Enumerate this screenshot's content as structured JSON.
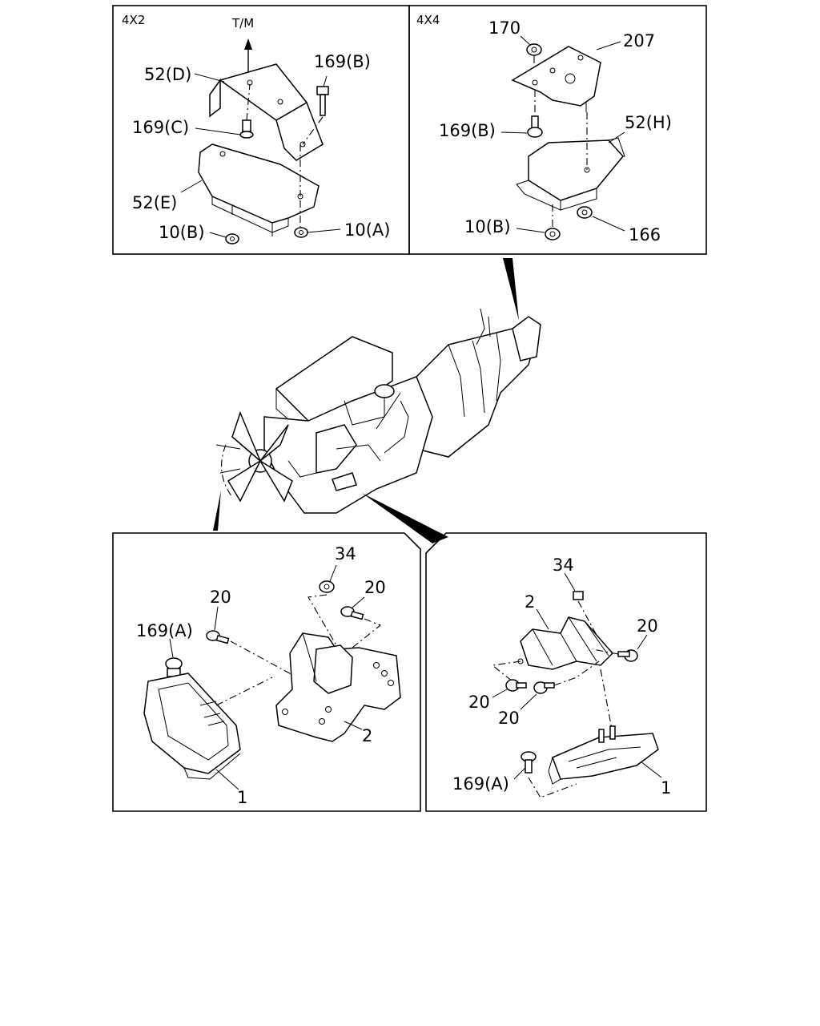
{
  "panels": {
    "top_left": {
      "header": "4X2",
      "labels": {
        "tm": "T/M",
        "bracket_d": "52(D)",
        "bolt_169b": "169(B)",
        "bolt_169c": "169(C)",
        "mount_e": "52(E)",
        "nut_10b": "10(B)",
        "nut_10a": "10(A)"
      }
    },
    "top_right": {
      "header": "4X4",
      "labels": {
        "nut_170": "170",
        "bracket_207": "207",
        "bolt_169b": "169(B)",
        "mount_h": "52(H)",
        "nut_10b": "10(B)",
        "nut_166": "166"
      }
    },
    "bottom_left": {
      "labels": {
        "nut_34": "34",
        "bolt_20_a": "20",
        "bolt_20_b": "20",
        "bolt_169a": "169(A)",
        "bracket_2": "2",
        "mount_1": "1"
      }
    },
    "bottom_right": {
      "labels": {
        "nut_34": "34",
        "bracket_2": "2",
        "bolt_20_a": "20",
        "bolt_20_b": "20",
        "bolt_20_c": "20",
        "bolt_169a": "169(A)",
        "mount_1": "1"
      }
    }
  }
}
